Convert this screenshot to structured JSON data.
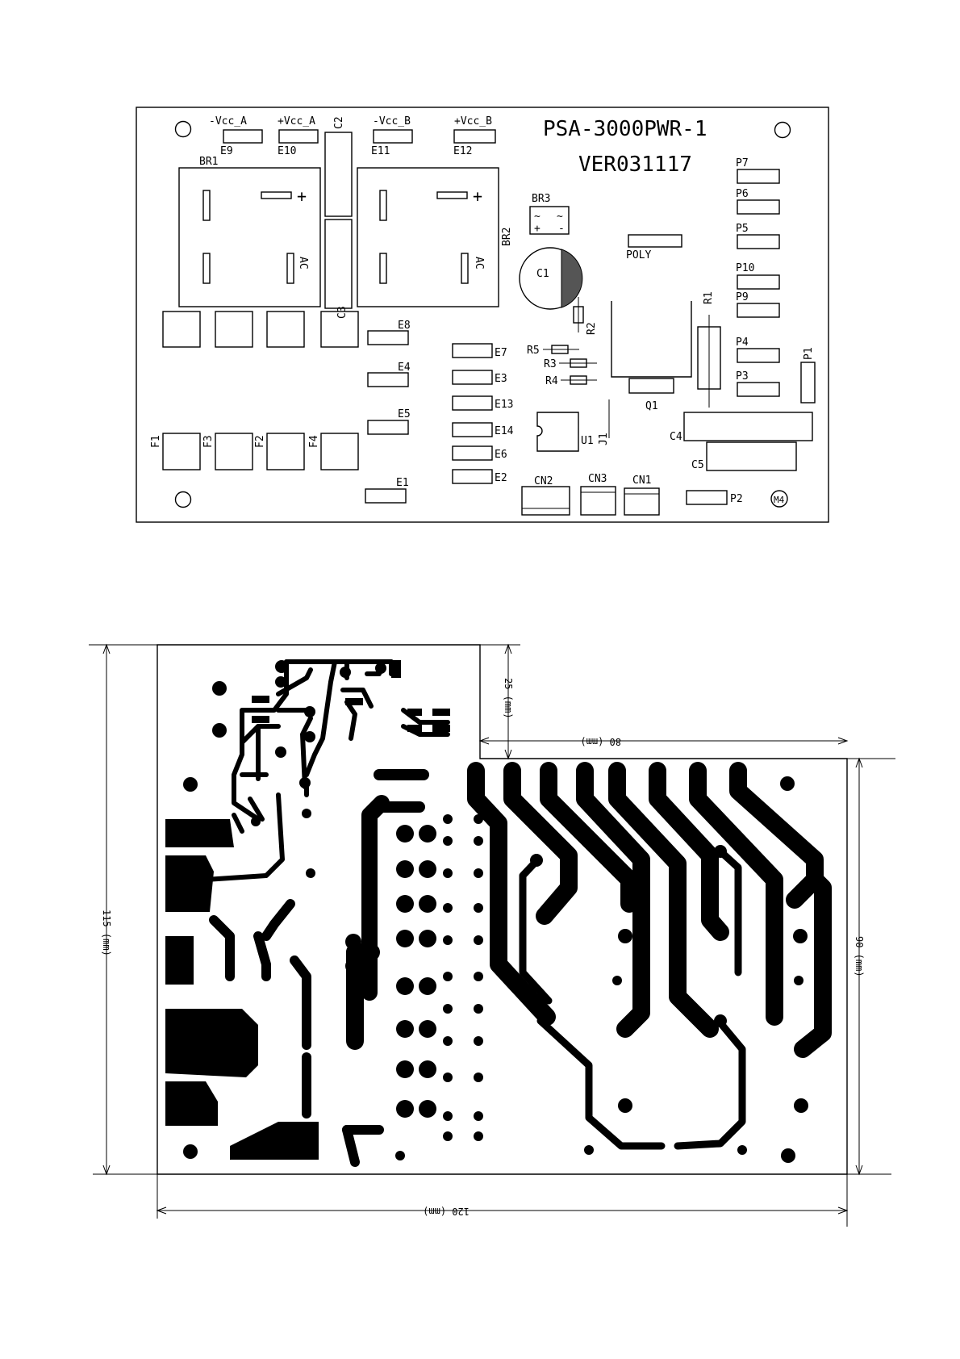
{
  "top_view": {
    "title": "PSA-3000PWR-1",
    "version": "VER031117",
    "mark": "M4",
    "labels": {
      "vcc_a_neg": "-Vcc_A",
      "vcc_a_pos": "+Vcc_A",
      "vcc_b_neg": "-Vcc_B",
      "vcc_b_pos": "+Vcc_B",
      "e9": "E9",
      "e10": "E10",
      "e11": "E11",
      "e12": "E12",
      "br1": "BR1",
      "br2": "BR2",
      "br3": "BR3",
      "c1": "C1",
      "c2": "C2",
      "c3": "C3",
      "c4": "C4",
      "c5": "C5",
      "ac1": "AC",
      "ac2": "AC",
      "plus1": "+",
      "plus2": "+",
      "e8": "E8",
      "e4": "E4",
      "e5": "E5",
      "e1": "E1",
      "e7": "E7",
      "e3": "E3",
      "e13": "E13",
      "e14": "E14",
      "e6": "E6",
      "e2": "E2",
      "r1": "R1",
      "r2": "R2",
      "r3": "R3",
      "r4": "R4",
      "r5": "R5",
      "poly": "POLY",
      "q1": "Q1",
      "u1": "U1",
      "j1": "J1",
      "p1": "P1",
      "p2": "P2",
      "p3": "P3",
      "p4": "P4",
      "p5": "P5",
      "p6": "P6",
      "p7": "P7",
      "p9": "P9",
      "p10": "P10",
      "f1": "F1",
      "f2": "F2",
      "f3": "F3",
      "f4": "F4",
      "cn1": "CN1",
      "cn2": "CN2",
      "cn3": "CN3",
      "br3_ac": "~",
      "br3_plus": "+",
      "br3_minus": "-"
    }
  },
  "bottom_view": {
    "dims": {
      "height_total": "115 (mm)",
      "notch_depth": "25 (mm)",
      "notch_width": "80 (mm)",
      "right_height": "90 (mm)",
      "width_total": "120 (mm)"
    }
  }
}
